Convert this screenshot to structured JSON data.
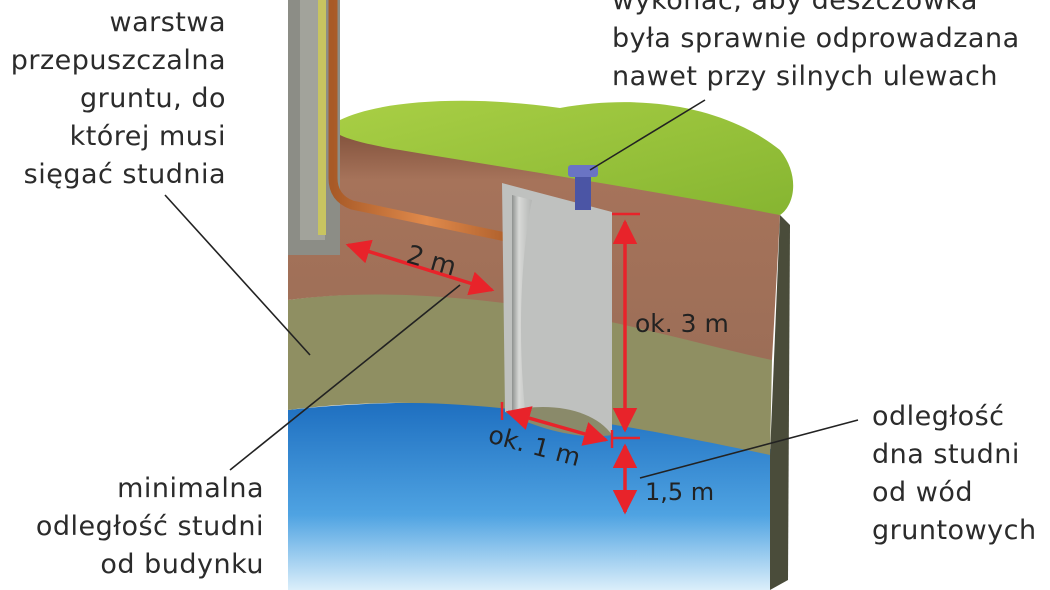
{
  "labels": {
    "permeable_layer": [
      "warstwa",
      "przepuszczalna",
      "gruntu, do",
      "której musi",
      "sięgać studnia"
    ],
    "outlet_note": [
      "wykonać, aby deszczówka",
      "była sprawnie odprowadzana",
      "nawet przy silnych ulewach"
    ],
    "min_distance": [
      "minimalna",
      "odległość studni",
      "od budynku"
    ],
    "groundwater_distance": [
      "odległość",
      "dna studni",
      "od wód",
      "gruntowych"
    ]
  },
  "dimensions": {
    "building_distance": "2 m",
    "well_depth": "ok. 3 m",
    "well_diameter": "ok. 1 m",
    "bottom_to_water": "1,5 m"
  },
  "colors": {
    "grass": "#9ac63a",
    "soil": "#9a6a52",
    "sand": "#8f8f62",
    "water": "#2f86d0",
    "pipe": "#c8733b",
    "arrow": "#e8232a",
    "concrete": "#c4c6c4"
  }
}
